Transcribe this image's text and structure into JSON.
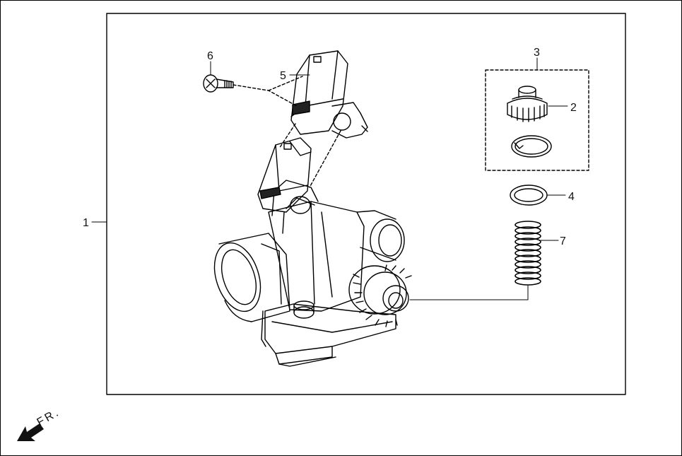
{
  "callouts": {
    "c1": "1",
    "c2": "2",
    "c3": "3",
    "c4": "4",
    "c5": "5",
    "c6": "6",
    "c7": "7"
  },
  "direction_label": "FR.",
  "colors": {
    "line": "#000000",
    "background": "#ffffff"
  }
}
